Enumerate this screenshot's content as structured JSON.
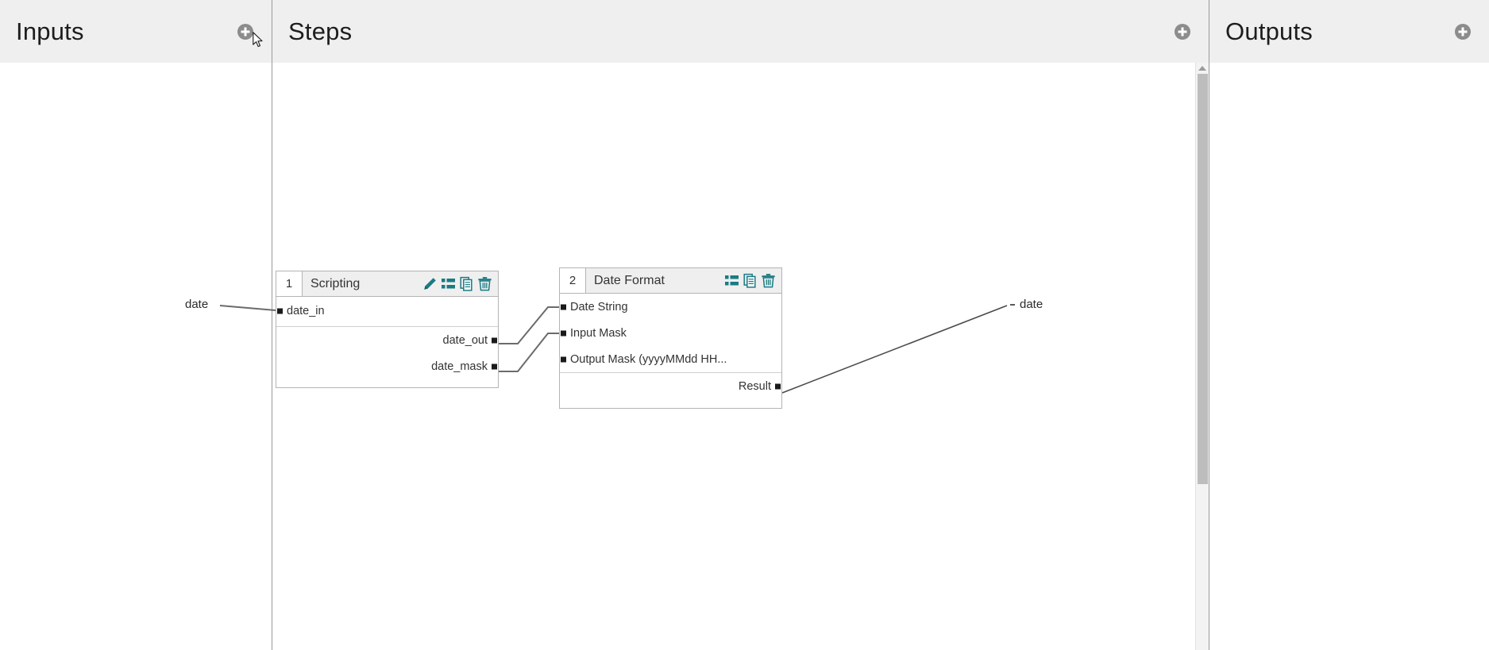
{
  "panels": {
    "inputs": {
      "title": "Inputs",
      "add_label": "add-input",
      "add_icon": "plus-circle-icon"
    },
    "steps": {
      "title": "Steps",
      "add_label": "add-step",
      "add_icon": "plus-circle-icon"
    },
    "outputs": {
      "title": "Outputs",
      "add_label": "add-output",
      "add_icon": "plus-circle-icon"
    }
  },
  "colors": {
    "accent": "#1a7b84",
    "header_bg": "#efefef",
    "node_border": "#b4b4b4",
    "wire": "#6b6b6b",
    "port": "#1a1a1a",
    "scrollbar_thumb": "#bdbdbd"
  },
  "inputs_list": [
    {
      "name": "date"
    }
  ],
  "outputs_list": [
    {
      "name": "date"
    }
  ],
  "steps": [
    {
      "index": "1",
      "title": "Scripting",
      "tools": [
        {
          "icon": "pencil-edit-icon",
          "label": "edit"
        },
        {
          "icon": "list-properties-icon",
          "label": "properties"
        },
        {
          "icon": "copy-duplicate-icon",
          "label": "duplicate"
        },
        {
          "icon": "trash-delete-icon",
          "label": "delete"
        }
      ],
      "inputs": [
        {
          "name": "date_in"
        }
      ],
      "outputs": [
        {
          "name": "date_out"
        },
        {
          "name": "date_mask"
        }
      ]
    },
    {
      "index": "2",
      "title": "Date Format",
      "tools": [
        {
          "icon": "list-properties-icon",
          "label": "properties"
        },
        {
          "icon": "copy-duplicate-icon",
          "label": "duplicate"
        },
        {
          "icon": "trash-delete-icon",
          "label": "delete"
        }
      ],
      "inputs": [
        {
          "name": "Date String"
        },
        {
          "name": "Input Mask"
        },
        {
          "name": "Output Mask (yyyyMMdd HH..."
        }
      ],
      "outputs": [
        {
          "name": "Result"
        }
      ]
    }
  ],
  "scrollbar": {
    "name": "steps-vertical-scrollbar"
  }
}
